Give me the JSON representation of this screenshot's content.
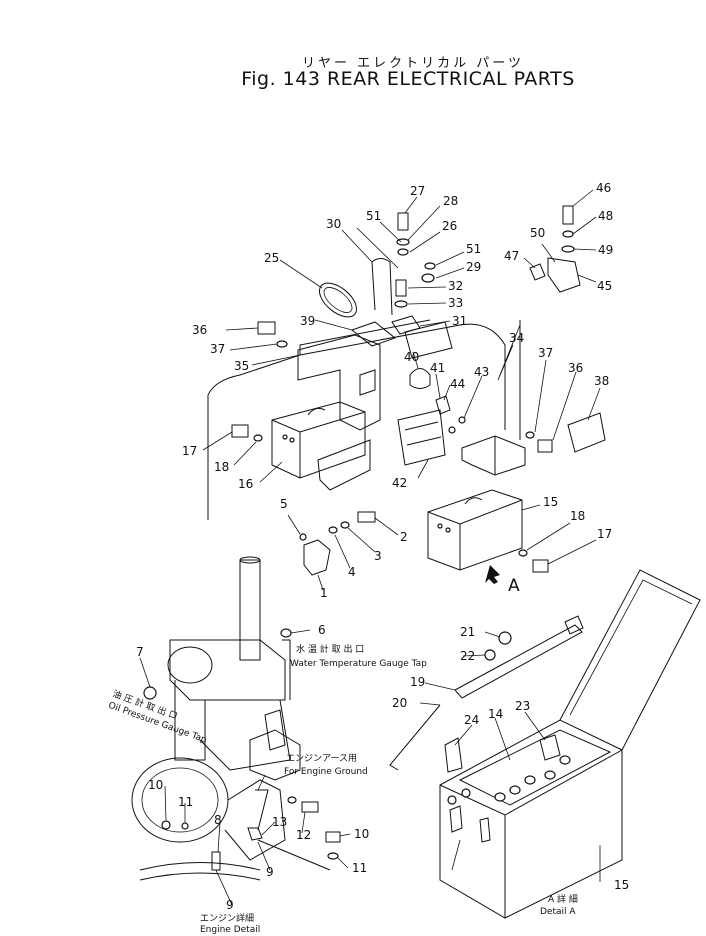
{
  "title": {
    "jp": "リヤー エレクトリカル パーツ",
    "en": "Fig. 143 REAR ELECTRICAL PARTS"
  },
  "callouts": [
    "1",
    "2",
    "3",
    "4",
    "5",
    "6",
    "7",
    "8",
    "9",
    "10",
    "11",
    "12",
    "13",
    "14",
    "15",
    "16",
    "17",
    "18",
    "19",
    "20",
    "21",
    "22",
    "23",
    "24",
    "25",
    "26",
    "27",
    "28",
    "29",
    "30",
    "31",
    "32",
    "33",
    "34",
    "35",
    "36",
    "37",
    "38",
    "39",
    "40",
    "41",
    "42",
    "43",
    "44",
    "45",
    "46",
    "47",
    "48",
    "49",
    "50",
    "51"
  ],
  "annotations": {
    "water_tap_jp": "水 温 計 取 出 口",
    "water_tap_en": "Water Temperature Gauge Tap",
    "oil_tap_jp": "油 圧 計 取 出 口",
    "oil_tap_en": "Oil Pressure Gauge Tap",
    "ground_jp": "エンジンアース用",
    "ground_en": "For Engine Ground",
    "engine_detail_jp": "エンジン詳細",
    "engine_detail_en": "Engine Detail",
    "detail_a_jp": "A 詳 細",
    "detail_a_en": "Detail A",
    "view_arrow": "A"
  }
}
